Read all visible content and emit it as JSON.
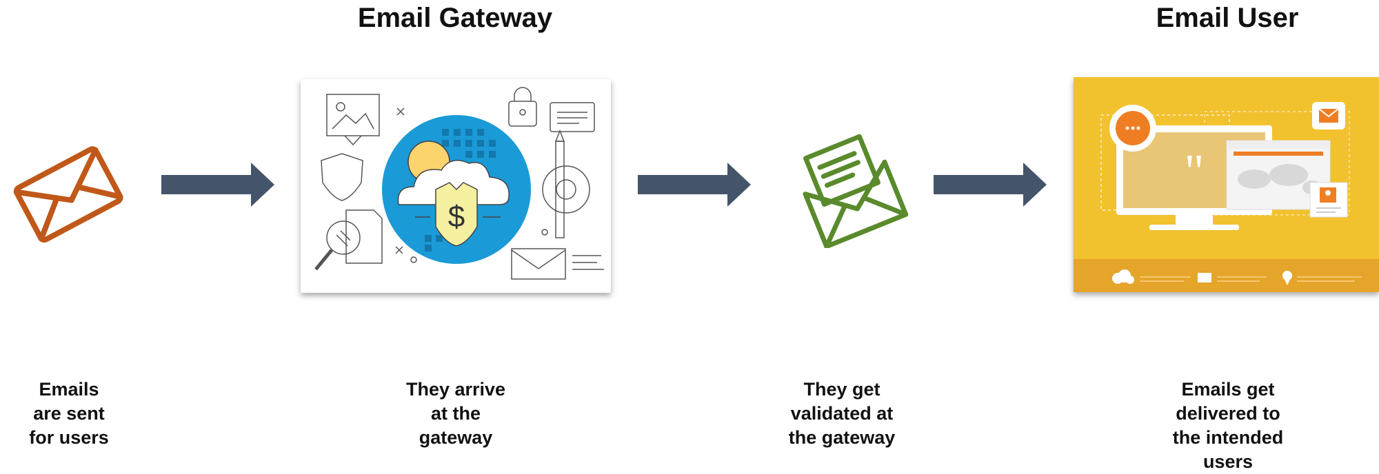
{
  "headings": {
    "gateway": "Email Gateway",
    "user": "Email User"
  },
  "captions": {
    "sent": "Emails\nare sent\nfor users",
    "arrive": "They arrive\nat the\ngateway",
    "validated": "They get\nvalidated at\nthe gateway",
    "delivered": "Emails get\ndelivered to\nthe intended\nusers"
  },
  "gateway_badge": "$",
  "colors": {
    "envelope_orange": "#c0581a",
    "envelope_green": "#5a8a2c",
    "arrow": "#44546a",
    "gateway_blue": "#1a9ad6",
    "user_yellow": "#f2c12e",
    "user_bar": "#e5a42a",
    "bubble_orange": "#ef7d22"
  },
  "icons": [
    "envelope-icon",
    "arrow-right-icon",
    "gateway-illustration",
    "open-envelope-icon",
    "user-illustration"
  ]
}
